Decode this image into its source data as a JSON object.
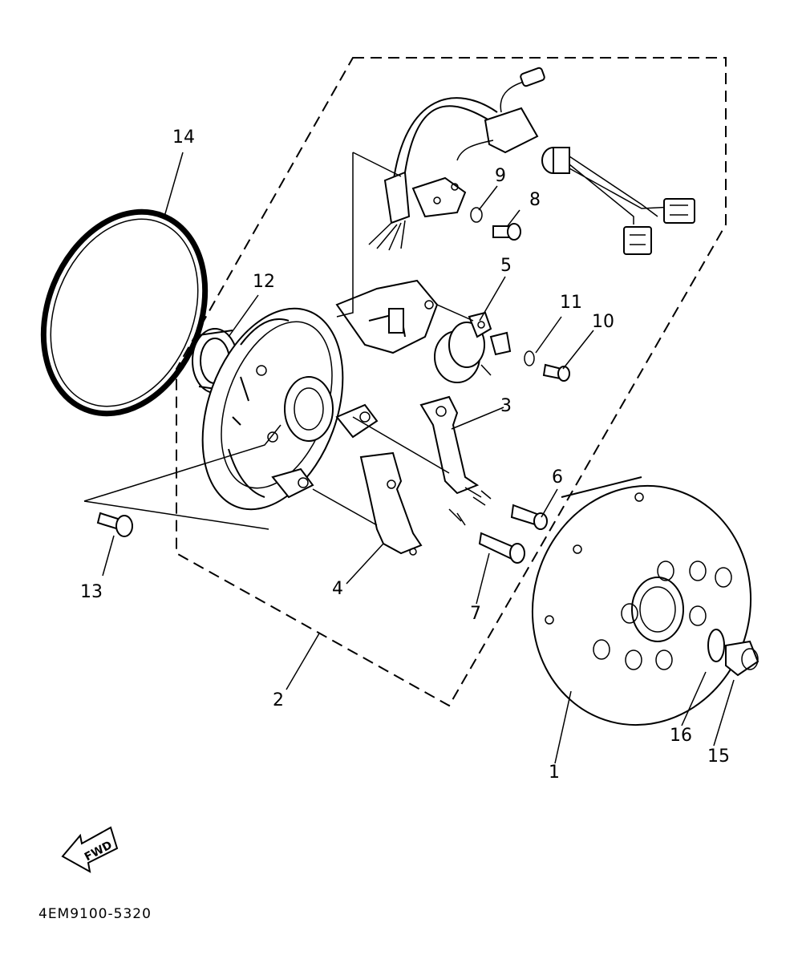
{
  "diagram": {
    "part_code": "4EM9100-5320",
    "forward_label": "FWD",
    "callouts": [
      {
        "id": "14",
        "label": "14"
      },
      {
        "id": "12",
        "label": "12"
      },
      {
        "id": "9",
        "label": "9"
      },
      {
        "id": "8a",
        "label": "8"
      },
      {
        "id": "5",
        "label": "5"
      },
      {
        "id": "11",
        "label": "11"
      },
      {
        "id": "10",
        "label": "10"
      },
      {
        "id": "3",
        "label": "3"
      },
      {
        "id": "6",
        "label": "6"
      },
      {
        "id": "13",
        "label": "13"
      },
      {
        "id": "4",
        "label": "4"
      },
      {
        "id": "7",
        "label": "7"
      },
      {
        "id": "2",
        "label": "2"
      },
      {
        "id": "16",
        "label": "16"
      },
      {
        "id": "15",
        "label": "15"
      },
      {
        "id": "1",
        "label": "1"
      }
    ]
  }
}
